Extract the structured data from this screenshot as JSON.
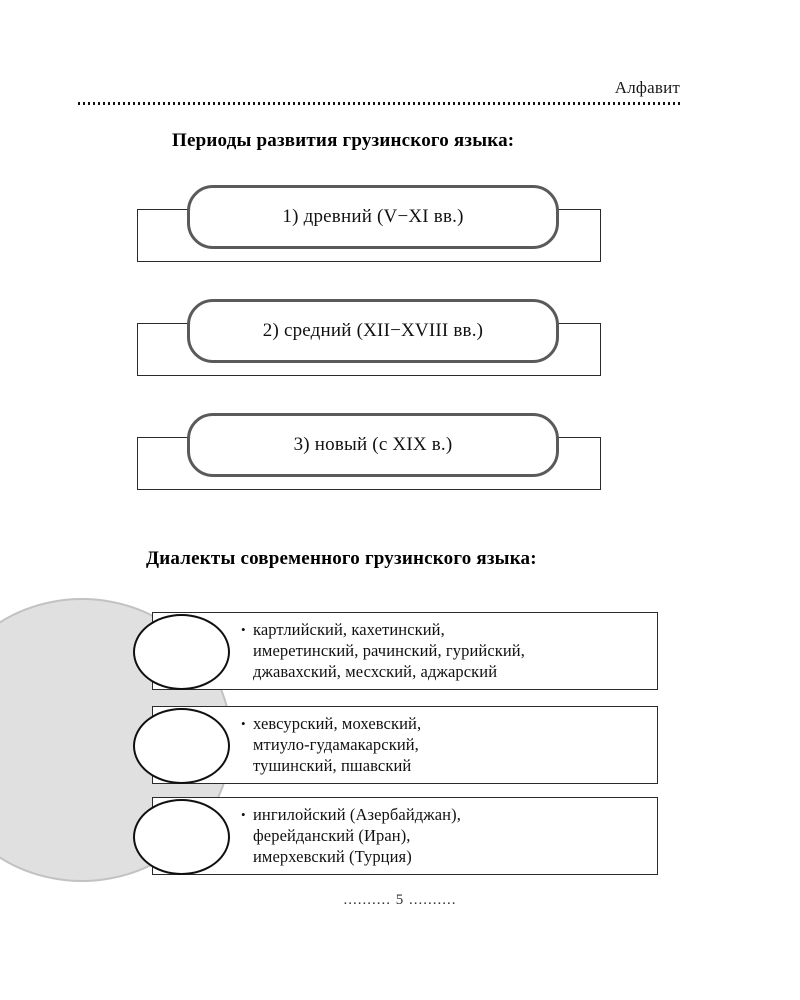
{
  "header": {
    "running_head": "Алфавит",
    "rule_style": "dotted"
  },
  "sections": [
    {
      "id": "periods",
      "title": "Периоды развития грузинского языка:",
      "items": [
        {
          "label": "1) древний (V−XI вв.)"
        },
        {
          "label": "2) средний (XII−XVIII вв.)"
        },
        {
          "label": "3) новый (с XIX в.)"
        }
      ]
    },
    {
      "id": "dialects",
      "title": "Диалекты современного грузинского языка:",
      "bullet": "•",
      "items": [
        {
          "lines": [
            "картлийский, кахетинский,",
            "имеретинский, рачинский, гурийский,",
            "джавахский, месхский, аджарский"
          ]
        },
        {
          "lines": [
            "хевсурский, мохевский,",
            "мтиуло-гудамакарский,",
            "тушинский, пшавский"
          ]
        },
        {
          "lines": [
            "ингилойский (Азербайджан),",
            "ферейданский (Иран),",
            "имерхевский (Турция)"
          ]
        }
      ]
    }
  ],
  "footer": {
    "page_number": "5",
    "left_dots": "․․․․․․․․․․",
    "right_dots": "․․․․․․․․․․",
    "text": ".......... 5 .........."
  },
  "colors": {
    "ink": "#111111",
    "pill_border": "#5a5a5a",
    "box_border": "#2b2b2b",
    "blob_fill": "#e0e0e0",
    "blob_stroke": "#c2c2c2",
    "page_bg": "#ffffff"
  }
}
